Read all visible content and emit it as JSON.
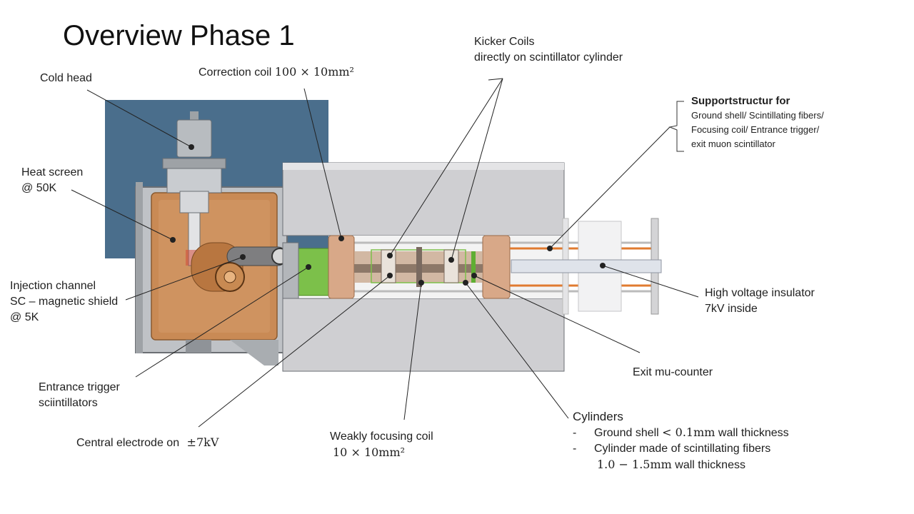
{
  "title": "Overview Phase 1",
  "labels": {
    "cold_head": "Cold head",
    "heat_screen_1": "Heat screen",
    "heat_screen_2": "@ 50K",
    "correction_coil_text": "Correction coil",
    "correction_coil_math": "100 × 10mm²",
    "kicker_1": "Kicker Coils",
    "kicker_2": "directly on scintillator cylinder",
    "support_title": "Supportstructur for",
    "support_lines": [
      "Ground  shell/ Scintillating fibers/",
      "Focusing coil/ Entrance trigger/",
      "exit muon  scintillator"
    ],
    "injection_1": "Injection channel",
    "injection_2": "SC – magnetic shield",
    "injection_3": "@ 5K",
    "hv_1": "High voltage insulator",
    "hv_2": "7kV inside",
    "exit_counter": "Exit mu-counter",
    "entrance_1": "Entrance trigger",
    "entrance_2": "sciintillators",
    "central_text": "Central electrode on",
    "central_math": "±7kV",
    "weak_1": "Weakly focusing coil",
    "weak_math": "10 × 10mm²",
    "cylinders_title": "Cylinders",
    "cyl_dash": "-",
    "cyl_1_text": "Ground shell",
    "cyl_1_math": "< 0.1mm",
    "cyl_1_rest": "wall thickness",
    "cyl_2": "Cylinder made of scintillating fibers",
    "cyl_3_math": "1.0 − 1.5mm",
    "cyl_3_rest": "wall thickness"
  },
  "colors": {
    "cryostat_blue": "#4a6e8c",
    "copper": "#c98a55",
    "steel": "#cfcfd2",
    "green": "#7cc04a",
    "orange": "#e07b30"
  }
}
